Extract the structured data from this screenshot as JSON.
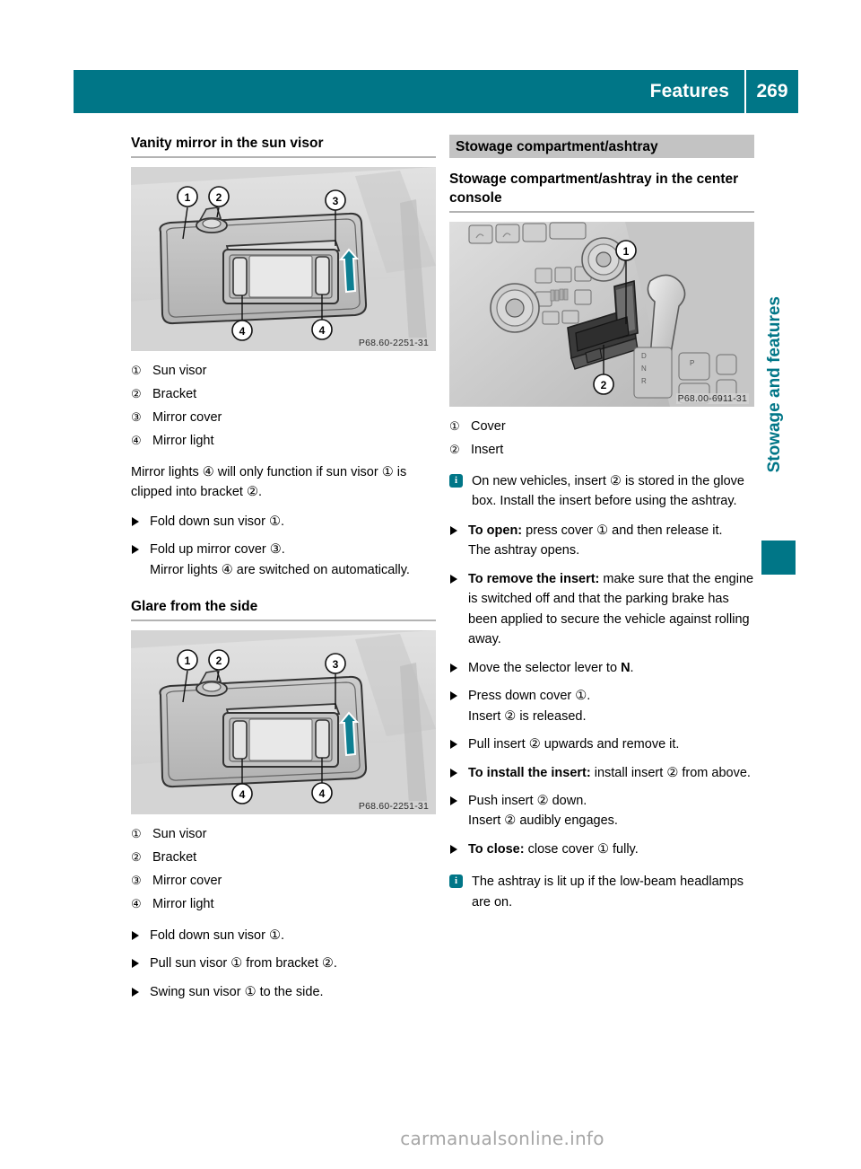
{
  "header": {
    "title": "Features",
    "page_number": "269"
  },
  "side_tab": {
    "label": "Stowage and features"
  },
  "footer": {
    "watermark": "carmanualsonline.info"
  },
  "colors": {
    "accent_teal": "#007687",
    "section_header_gray": "#c3c3c3",
    "figure_background": "#d4d4d4",
    "rule_gray": "#b3b3b3"
  },
  "left_column": {
    "heading_1": "Vanity mirror in the sun visor",
    "figure_1": {
      "id": "P68.60-2251-31",
      "description": "Sun visor with vanity mirror, mirror cover folded up",
      "callout_numbers": [
        "1",
        "2",
        "3",
        "4",
        "4"
      ]
    },
    "callouts_1": [
      {
        "num": "①",
        "label": "Sun visor"
      },
      {
        "num": "②",
        "label": "Bracket"
      },
      {
        "num": "③",
        "label": "Mirror cover"
      },
      {
        "num": "④",
        "label": "Mirror light"
      }
    ],
    "paragraph_1": "Mirror lights ④ will only function if sun visor ① is clipped into bracket ②.",
    "steps_1": [
      {
        "text": "Fold down sun visor ①."
      },
      {
        "text": "Fold up mirror cover ③.",
        "sub": "Mirror lights ④ are switched on automatically."
      }
    ],
    "heading_2": "Glare from the side",
    "figure_2": {
      "id": "P68.60-2251-31",
      "description": "Sun visor with vanity mirror, mirror cover folded up",
      "callout_numbers": [
        "1",
        "2",
        "3",
        "4",
        "4"
      ]
    },
    "callouts_2": [
      {
        "num": "①",
        "label": "Sun visor"
      },
      {
        "num": "②",
        "label": "Bracket"
      },
      {
        "num": "③",
        "label": "Mirror cover"
      },
      {
        "num": "④",
        "label": "Mirror light"
      }
    ],
    "steps_2": [
      {
        "text": "Fold down sun visor ①."
      },
      {
        "text": "Pull sun visor ① from bracket ②."
      },
      {
        "text": "Swing sun visor ① to the side."
      }
    ]
  },
  "right_column": {
    "section_header": "Stowage compartment/ashtray",
    "sub_heading": "Stowage compartment/ashtray in the center console",
    "figure": {
      "id": "P68.00-6911-31",
      "description": "Center console with ashtray insert removed, selector lever at right",
      "callout_numbers": [
        "1",
        "2"
      ]
    },
    "callouts": [
      {
        "num": "①",
        "label": "Cover"
      },
      {
        "num": "②",
        "label": "Insert"
      }
    ],
    "note_1": "On new vehicles, insert ② is stored in the glove box. Install the insert before using the ashtray.",
    "steps": [
      {
        "bold": "To open:",
        "text": " press cover ① and then release it.",
        "sub": "The ashtray opens."
      },
      {
        "bold": "To remove the insert:",
        "text": " make sure that the engine is switched off and that the parking brake has been applied to secure the vehicle against rolling away."
      },
      {
        "text": "Move the selector lever to ",
        "bold_tail": "N",
        "tail": "."
      },
      {
        "text": "Press down cover ①.",
        "sub": "Insert ② is released."
      },
      {
        "text": "Pull insert ② upwards and remove it."
      },
      {
        "bold": "To install the insert:",
        "text": " install insert ② from above."
      },
      {
        "text": "Push insert ② down.",
        "sub": "Insert ② audibly engages."
      },
      {
        "bold": "To close:",
        "text": " close cover ① fully."
      }
    ],
    "note_2": "The ashtray is lit up if the low-beam headlamps are on."
  }
}
